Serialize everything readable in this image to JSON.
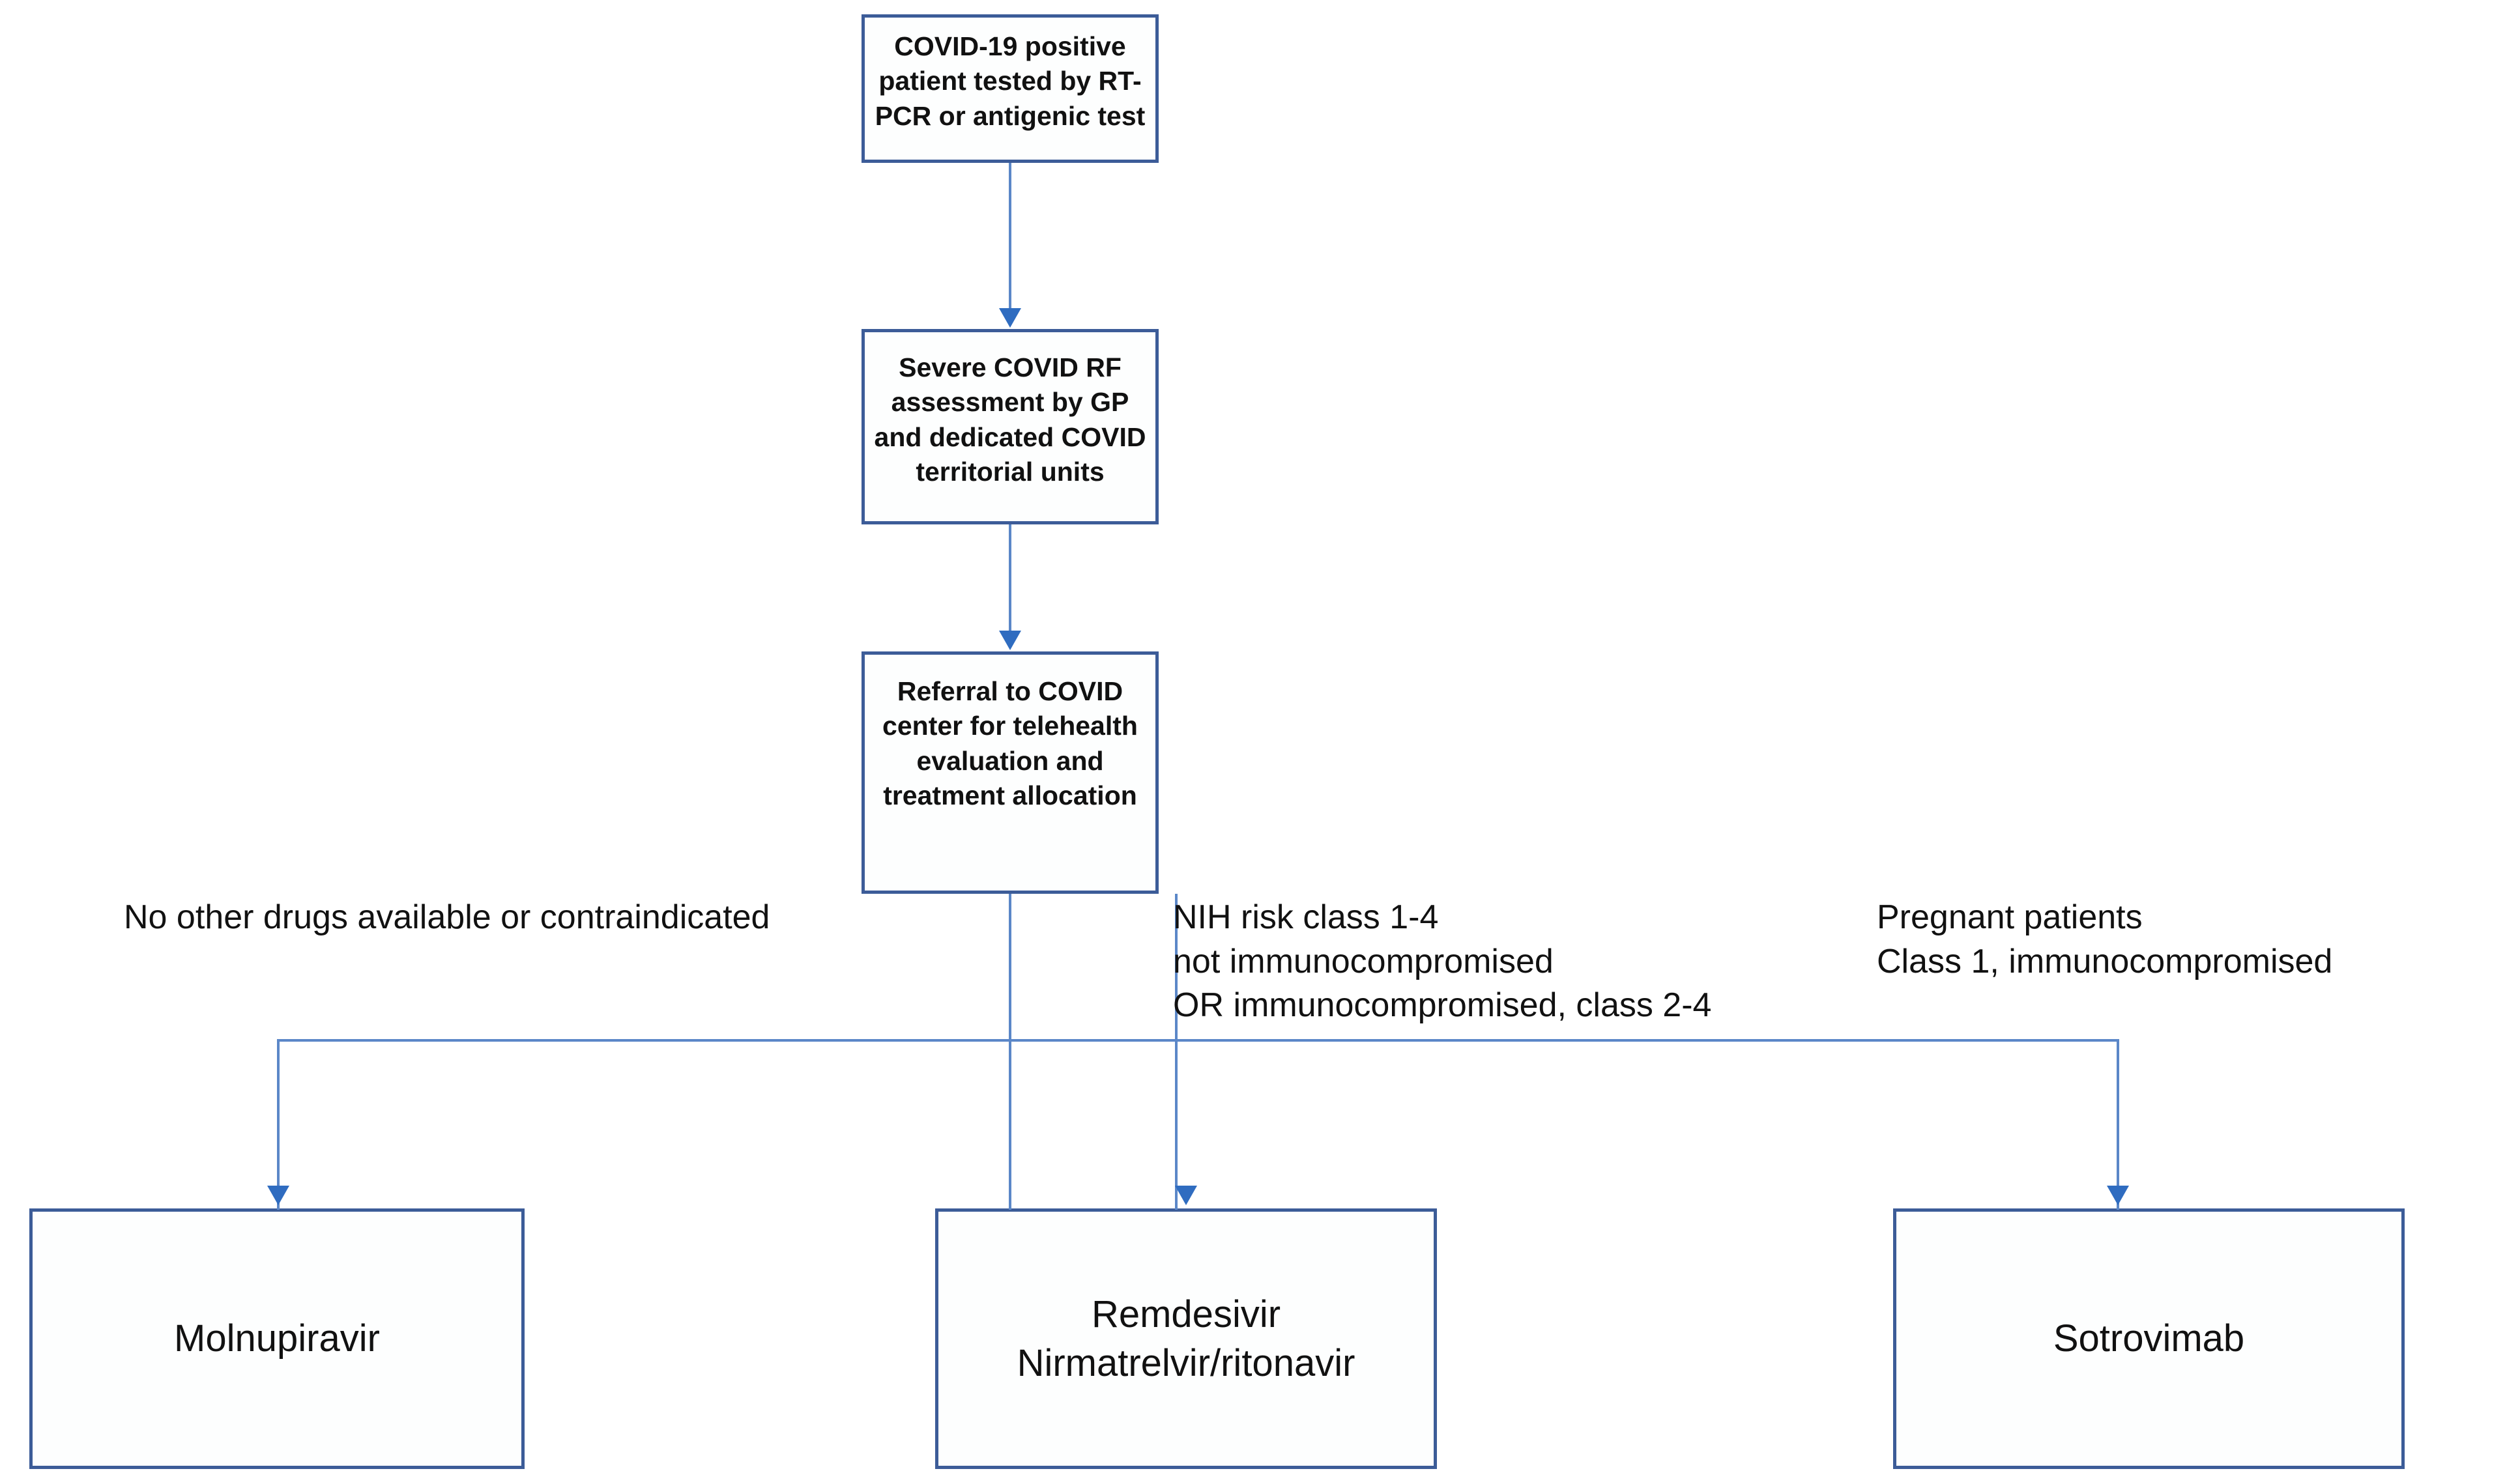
{
  "diagram": {
    "title": "COVID-19 outpatient antiviral treatment allocation pathway",
    "colors": {
      "node_border": "#3c5c98",
      "node_fill": "#fdfefe",
      "connector": "#5b87c8",
      "arrowhead": "#2f6cc0",
      "text": "#111111"
    },
    "nodes": {
      "top": "COVID-19 positive patient tested by RT-PCR or antigenic test",
      "assessment": "Severe COVID RF assessment by GP and dedicated COVID territorial units",
      "referral": "Referral to COVID center for telehealth evaluation and treatment allocation",
      "molnupiravir": "Molnupiravir",
      "remdesivir": "Remdesivir\nNirmatrelvir/ritonavir",
      "sotrovimab": "Sotrovimab"
    },
    "edge_labels": {
      "left": "No other drugs available or contraindicated",
      "center": "NIH risk class 1-4\nnot immunocompromised\nOR immunocompromised, class 2-4",
      "right": "Pregnant patients\nClass 1, immunocompromised"
    }
  }
}
